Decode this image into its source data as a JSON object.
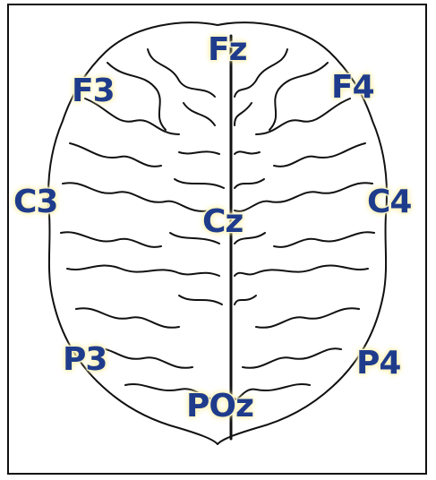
{
  "diagram": {
    "electrodes": [
      {
        "id": "fz",
        "label": "Fz"
      },
      {
        "id": "f3",
        "label": "F3"
      },
      {
        "id": "f4",
        "label": "F4"
      },
      {
        "id": "c3",
        "label": "C3"
      },
      {
        "id": "cz",
        "label": "Cz"
      },
      {
        "id": "c4",
        "label": "C4"
      },
      {
        "id": "p3",
        "label": "P3"
      },
      {
        "id": "p4",
        "label": "P4"
      },
      {
        "id": "poz",
        "label": "POz"
      }
    ],
    "colors": {
      "label": "#1f3c8c",
      "glow": "#f7ea9a",
      "outline": "#111111"
    }
  }
}
